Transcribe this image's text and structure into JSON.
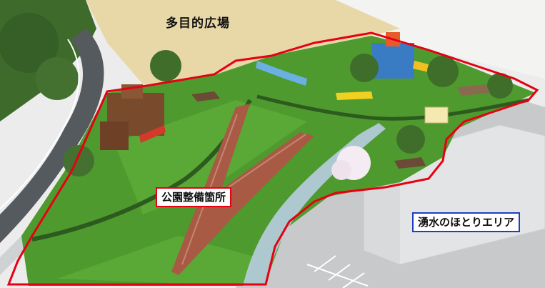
{
  "labels": {
    "plaza": "多目的広場",
    "park_area": "公園整備箇所",
    "spring_area": "湧水のほとりエリア"
  },
  "colors": {
    "boundary": "#e60012",
    "spring_label_border": "#1f3fbf",
    "lawn": "#4f9a2e",
    "plaza_ground": "#e8d8a8",
    "path": "#a85a45"
  }
}
